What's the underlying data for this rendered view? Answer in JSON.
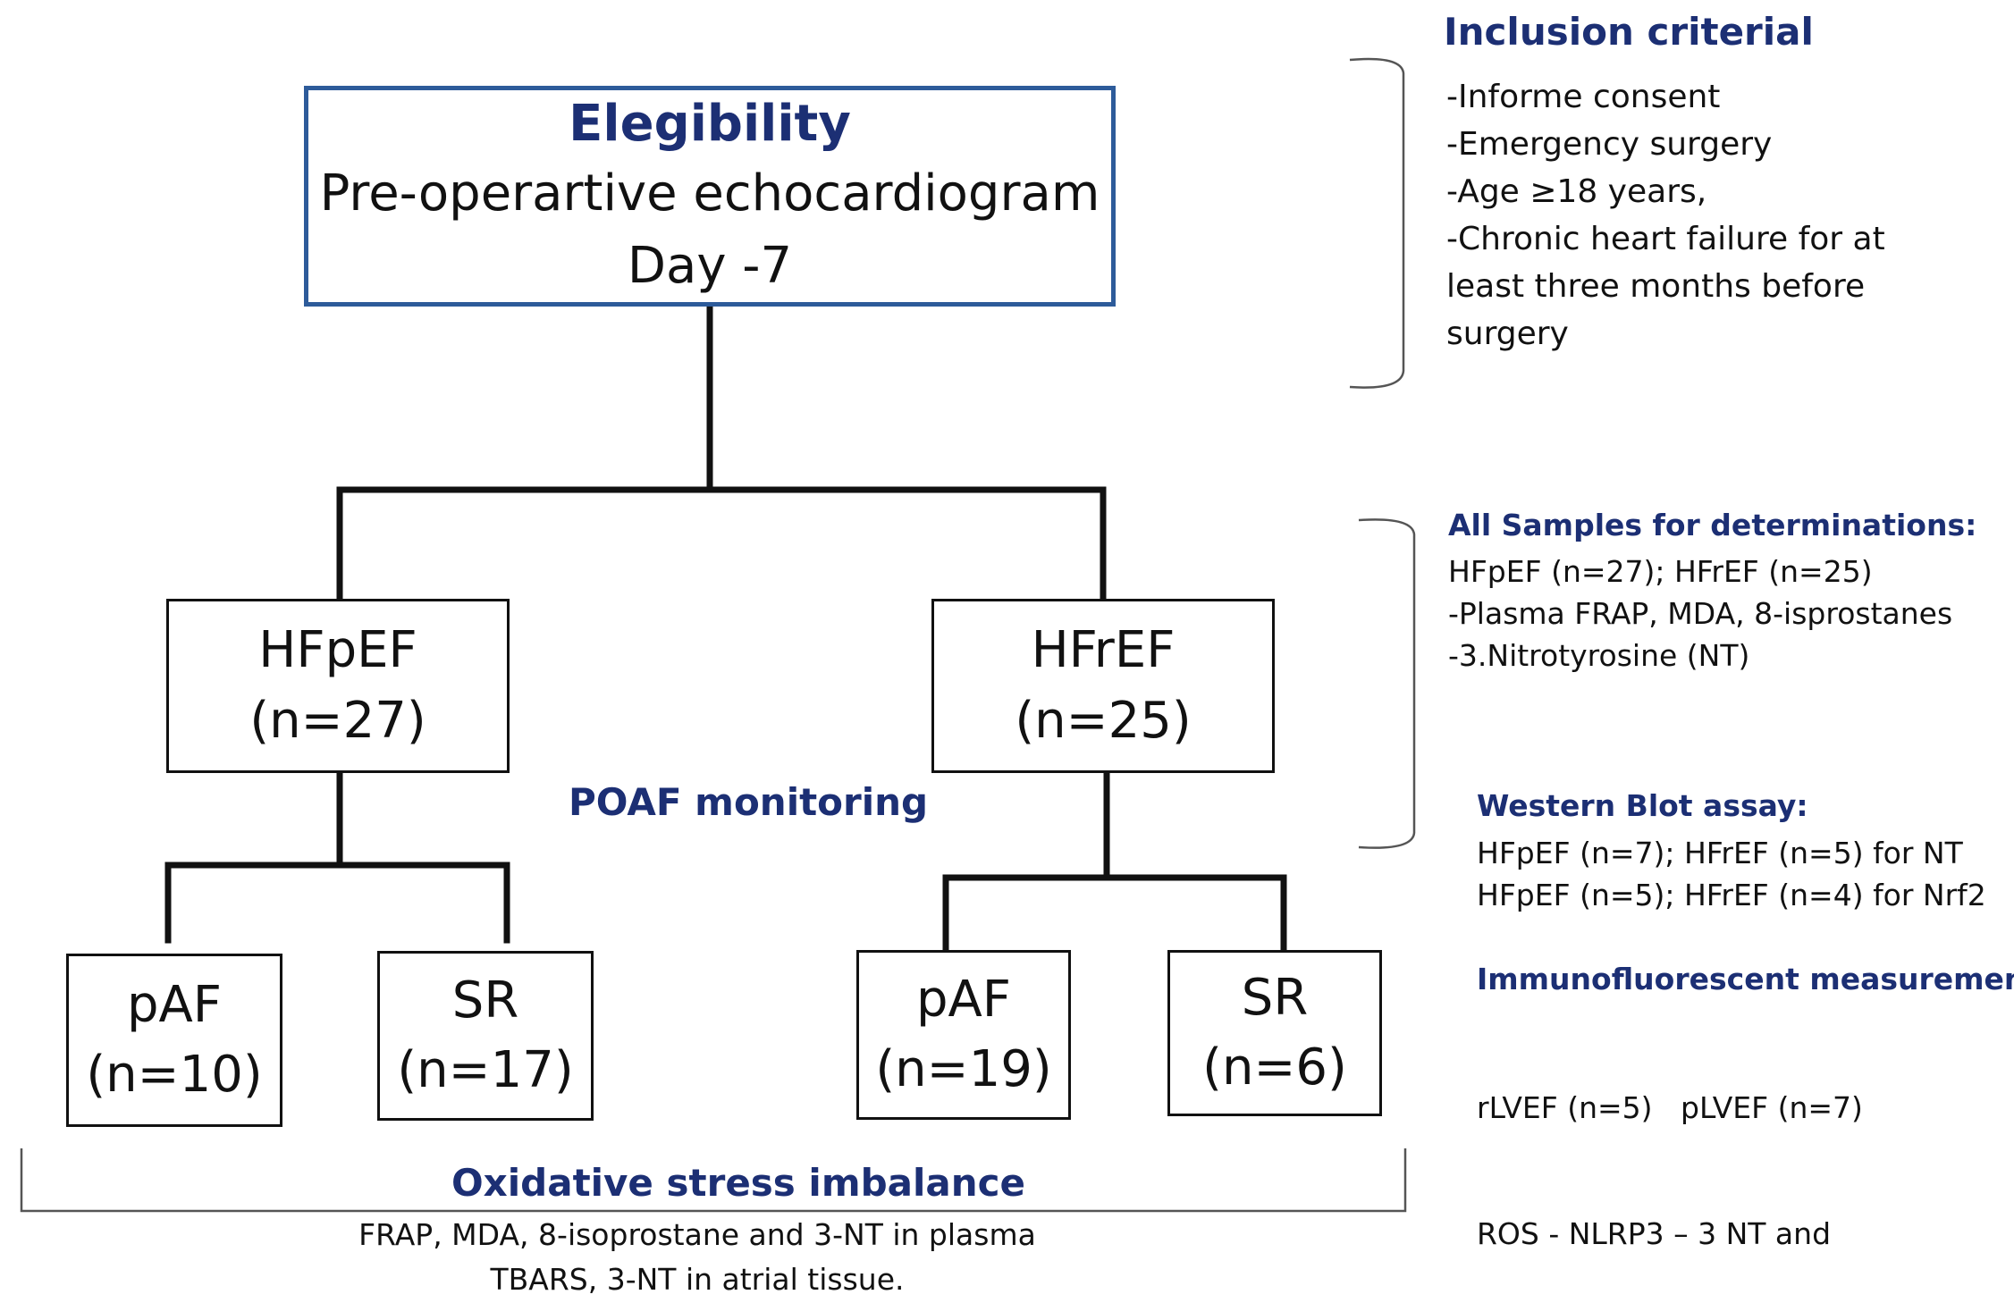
{
  "eligibility": {
    "title": "Elegibility",
    "line1": "Pre-operartive echocardiogram",
    "line2": "Day -7"
  },
  "inclusion": {
    "title": "Inclusion criterial",
    "items": [
      "-Informe consent",
      "-Emergency surgery",
      "-Age ≥18 years,",
      "-Chronic heart failure for at",
      "least three months before",
      "surgery"
    ]
  },
  "groups": {
    "hfpef": {
      "name": "HFpEF",
      "n": "(n=27)"
    },
    "hfref": {
      "name": "HFrEF",
      "n": "(n=25)"
    }
  },
  "monitoring_label": "POAF monitoring",
  "subgroups": {
    "hfpef_paf": {
      "name": "pAF",
      "n": "(n=10)"
    },
    "hfpef_sr": {
      "name": "SR",
      "n": "(n=17)"
    },
    "hfref_paf": {
      "name": "pAF",
      "n": "(n=19)"
    },
    "hfref_sr": {
      "name": "SR",
      "n": "(n=6)"
    }
  },
  "samples": {
    "title": "All Samples for determinations:",
    "items": [
      "HFpEF (n=27); HFrEF (n=25)",
      "-Plasma FRAP, MDA, 8-isprostanes",
      "-3.Nitrotyrosine (NT)"
    ]
  },
  "western_blot": {
    "title": "Western Blot assay:",
    "items": [
      "HFpEF (n=7); HFrEF (n=5) for NT",
      "HFpEF (n=5); HFrEF (n=4) for Nrf2"
    ]
  },
  "immunofluorescent": {
    "title": "Immunofluorescent measurements",
    "items": [
      "rLVEF (n=5)   pLVEF (n=7)",
      "ROS - NLRP3 – 3 NT and"
    ]
  },
  "oxidative": {
    "title": "Oxidative stress imbalance",
    "items": [
      "FRAP, MDA, 8-isoprostane and 3-NT in plasma",
      "TBARS, 3-NT in atrial tissue."
    ]
  },
  "colors": {
    "navy_text": "#1c2f74",
    "eligibility_border": "#2d5b9a",
    "lines": "#111111",
    "bracket": "#555555"
  }
}
